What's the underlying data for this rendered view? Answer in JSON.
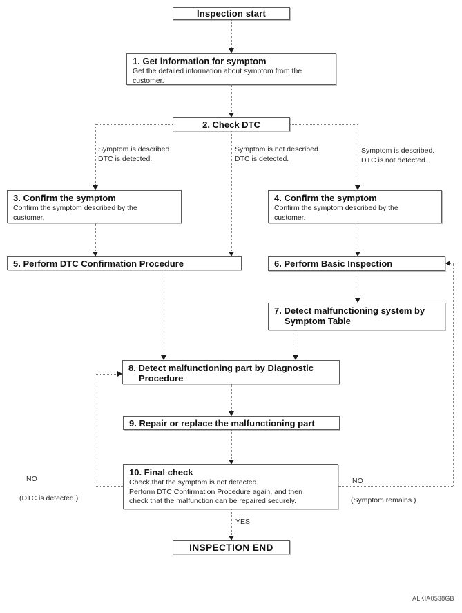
{
  "diagram": {
    "start": {
      "label": "Inspection start"
    },
    "end": {
      "label": "INSPECTION END"
    },
    "steps": [
      {
        "num": 1,
        "title": "1. Get information for symptom",
        "desc": "Get the detailed information about symptom from the\ncustomer."
      },
      {
        "num": 2,
        "title": "2. Check DTC"
      },
      {
        "num": 3,
        "title": "3. Confirm the symptom",
        "desc": "Confirm the symptom described by the\ncustomer."
      },
      {
        "num": 4,
        "title": "4. Confirm the symptom",
        "desc": "Confirm the symptom described by the\ncustomer."
      },
      {
        "num": 5,
        "title": "5. Perform DTC Confirmation Procedure"
      },
      {
        "num": 6,
        "title": "6. Perform Basic Inspection"
      },
      {
        "num": 7,
        "title": "7. Detect malfunctioning system by\nSymptom Table"
      },
      {
        "num": 8,
        "title": "8. Detect malfunctioning part by Diagnostic\nProcedure"
      },
      {
        "num": 9,
        "title": "9. Repair or replace the malfunctioning part"
      },
      {
        "num": 10,
        "title": "10. Final check",
        "desc": "Check that the symptom is not detected.\nPerform DTC Confirmation Procedure again, and then\ncheck that the malfunction can be repaired securely."
      }
    ],
    "branches": [
      {
        "label": "Symptom is described.\nDTC is detected."
      },
      {
        "label": "Symptom is not described.\nDTC is detected."
      },
      {
        "label": "Symptom is described.\nDTC is not detected."
      }
    ],
    "decisions": {
      "no_left": {
        "word": "NO",
        "detail": "(DTC is detected.)"
      },
      "no_right": {
        "word": "NO",
        "detail": "(Symptom remains.)"
      },
      "yes": "YES"
    },
    "watermark": "ALKIA0538GB",
    "colors": {
      "line": "#7d7d7d",
      "border": "#5a5a5a",
      "text": "#1f1f1f",
      "arrow": "#1a1a1a"
    }
  }
}
